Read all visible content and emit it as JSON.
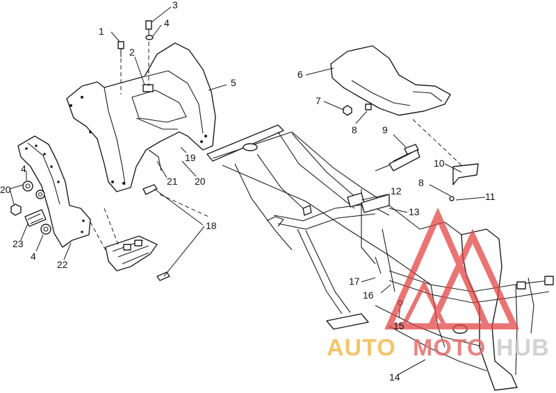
{
  "callouts": [
    "1",
    "2",
    "3",
    "4",
    "5",
    "6",
    "7",
    "8",
    "9",
    "10",
    "11",
    "12",
    "13",
    "14",
    "15",
    "16",
    "17",
    "18",
    "19",
    "20",
    "21",
    "22",
    "23"
  ],
  "watermark": {
    "word_a": "AUTO",
    "word_b": "MOTO",
    "word_c": "HUB",
    "color_a": "#f2b84a",
    "color_b": "#e46a6a",
    "color_c": "#c9c9c9",
    "logo_color": "#e24040"
  }
}
